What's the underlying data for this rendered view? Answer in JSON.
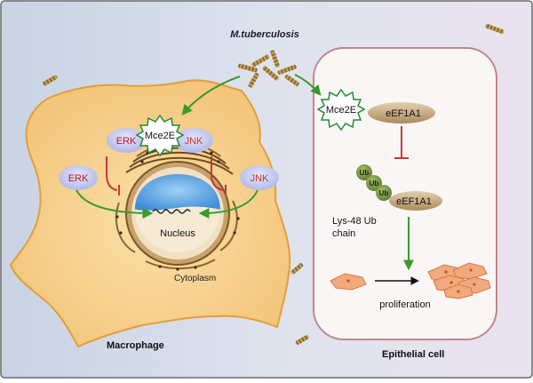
{
  "labels": {
    "pathogen": "M.tuberculosis",
    "macrophage": "Macrophage",
    "epithelial": "Epithelial cell",
    "nucleus": "Nucleus",
    "cytoplasm": "Cytoplasm",
    "mce2e_macrophage": "Mce2E",
    "mce2e_epithelial": "Mce2E",
    "erk_upper": "ERK",
    "jnk_upper": "JNK",
    "erk_lower": "ERK",
    "jnk_lower": "JNK",
    "eef1a1_bound": "eEF1A1",
    "eef1a1_ub": "eEF1A1",
    "ub1": "Ub",
    "ub2": "Ub",
    "ub3": "Ub",
    "lys48_line1": "Lys-48 Ub",
    "lys48_line2": "chain",
    "proliferation": "proliferation"
  },
  "colors": {
    "background_left": "#c9d3e3",
    "background_right": "#e6e2ee",
    "macrophage_fill": "#f6cf8a",
    "macrophage_stroke": "#e39e3c",
    "epithelial_fill": "#fbf6f6",
    "epithelial_stroke": "#c2878d",
    "nucleus_fill": "#6aaee8",
    "kinase_fill": "#c9cdf0",
    "activation_arrow": "#3a9b2c",
    "inhibition": "#c7353a",
    "mce2e_stroke": "#1f8a3a",
    "eef1a1_fill": "#c8ab80",
    "ub_fill": "#74913f",
    "proliferating_cells": "#f1a97e"
  }
}
